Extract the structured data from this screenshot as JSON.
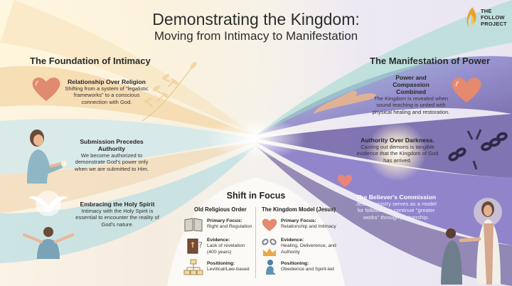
{
  "header": {
    "title": "Demonstrating the Kingdom:",
    "subtitle": "Moving from Intimacy to Manifestation"
  },
  "logo": {
    "text_lines": [
      "THE",
      "FOLLOW",
      "PROJECT"
    ]
  },
  "left": {
    "heading": "The Foundation of Intimacy",
    "cards": [
      {
        "title": "Relationship Over Religion",
        "text": "Shifting from a system of \"legalistic frameworks\" to a conscious connection with God.",
        "icon": "heart-icon"
      },
      {
        "title": "Submission Precedes Authority",
        "text": "We become authorized to demonstrate God's power only when we are submitted to Him.",
        "icon": "praying-person-icon"
      },
      {
        "title": "Embracing the Holy Spirit",
        "text": "Intimacy with the Holy Spirit is essential to encounter the reality of God's nature.",
        "icon": "dove-icon"
      }
    ]
  },
  "right": {
    "heading": "The Manifestation of Power",
    "cards": [
      {
        "title": "Power and Compassion Combined",
        "text": "The Kingdom is revealed when sound teaching is united with physical healing and restoration.",
        "icon": "heart-icon"
      },
      {
        "title": "Authority Over Darkness.",
        "text": "Casting out demons is tangible evidence that the Kingdom of God has arrived.",
        "icon": "broken-chains-icon"
      },
      {
        "title": "The Believer's Commission",
        "text": "Jesus' ministry serves as a model for followers to continue \"greater works\" through partnership.",
        "icon": "jesus-figure-icon"
      }
    ]
  },
  "shift": {
    "title": "Shift in Focus",
    "old": {
      "heading": "Old Religious Order",
      "rows": [
        {
          "label": "Primary Focus:",
          "value": "Right and Regulation",
          "icon": "book-icon"
        },
        {
          "label": "Evidence:",
          "value": "Lack of revelation (400 years)",
          "icon": "closed-book-icon"
        },
        {
          "label": "Positioning:",
          "value": "Levitical/Law-based",
          "icon": "hierarchy-icon"
        }
      ]
    },
    "new": {
      "heading": "The Kingdom Model (Jesus)",
      "rows": [
        {
          "label": "Primary Focus:",
          "value": "Relationship and Intimacy",
          "icon": "heart-icon"
        },
        {
          "label": "Evidence:",
          "value": "Healing, Deliverence, and Authority",
          "icon": "chain-crown-icon"
        },
        {
          "label": "Positioning:",
          "value": "Obedience and Spirit-led",
          "icon": "kneeling-person-icon"
        }
      ]
    }
  },
  "colors": {
    "heart": "#d9735e",
    "gold": "#e9a24a",
    "purple": "#6a4fa3",
    "teal": "#6fb3c4"
  }
}
